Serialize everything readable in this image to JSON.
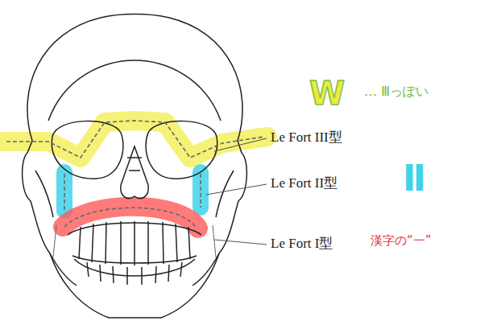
{
  "diagram": {
    "labels": [
      "W",
      "… Ⅲっぽい",
      "Le Fort III型",
      "Le Fort II型",
      "Ⅱ",
      "Le Fort I型",
      "漢字の“一”"
    ]
  }
}
